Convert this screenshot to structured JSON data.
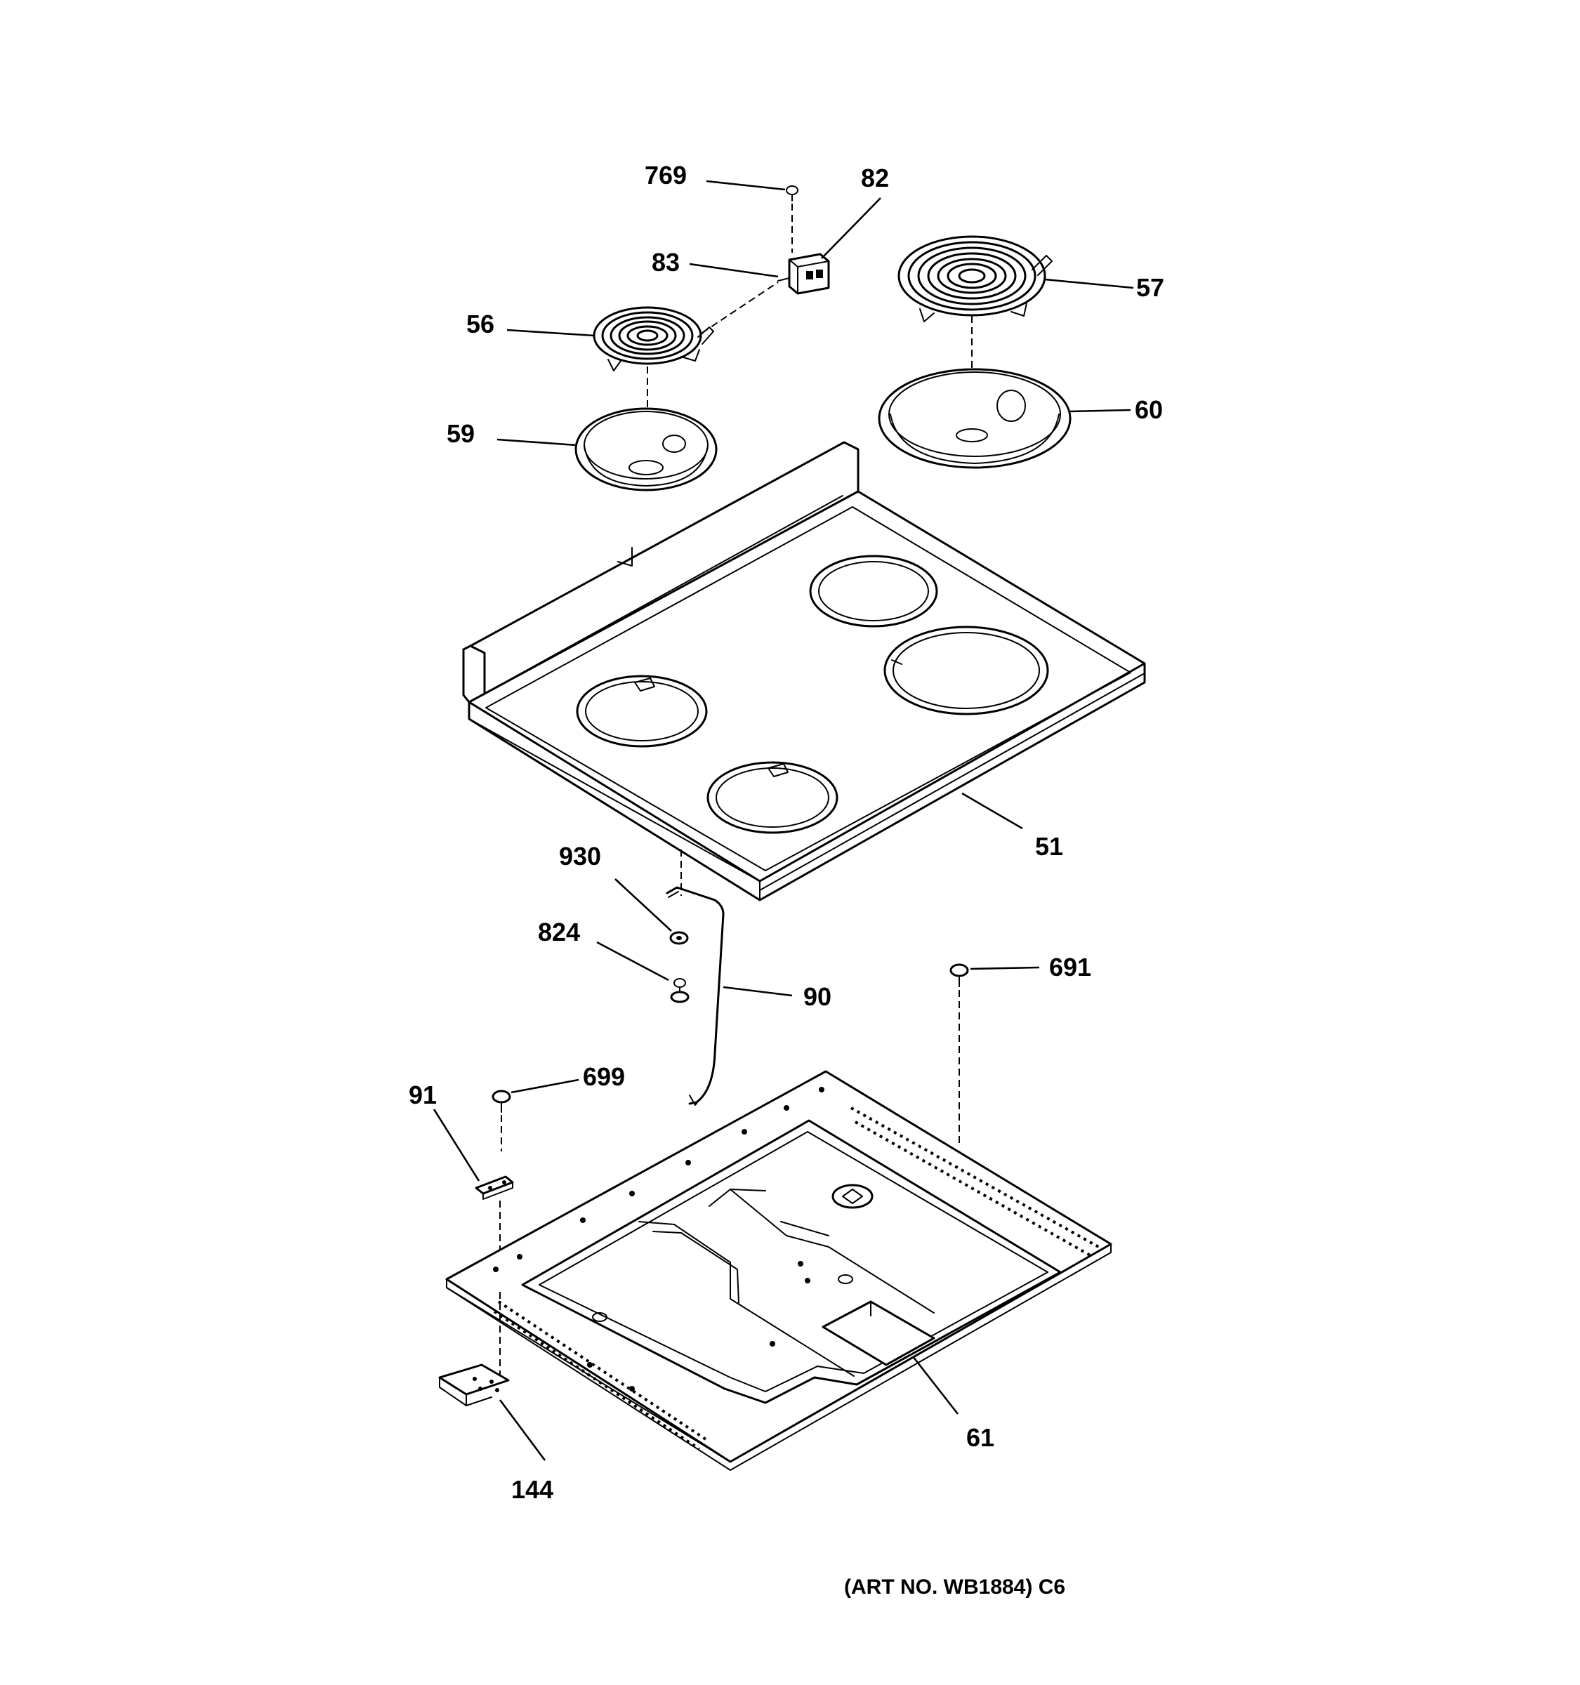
{
  "diagram": {
    "callouts": {
      "c769": "769",
      "c82": "82",
      "c83": "83",
      "c57": "57",
      "c56": "56",
      "c60": "60",
      "c59": "59",
      "c51": "51",
      "c930": "930",
      "c824": "824",
      "c90": "90",
      "c691": "691",
      "c91": "91",
      "c699": "699",
      "c61": "61",
      "c144": "144"
    },
    "art_number": "(ART NO. WB1884) C6"
  }
}
